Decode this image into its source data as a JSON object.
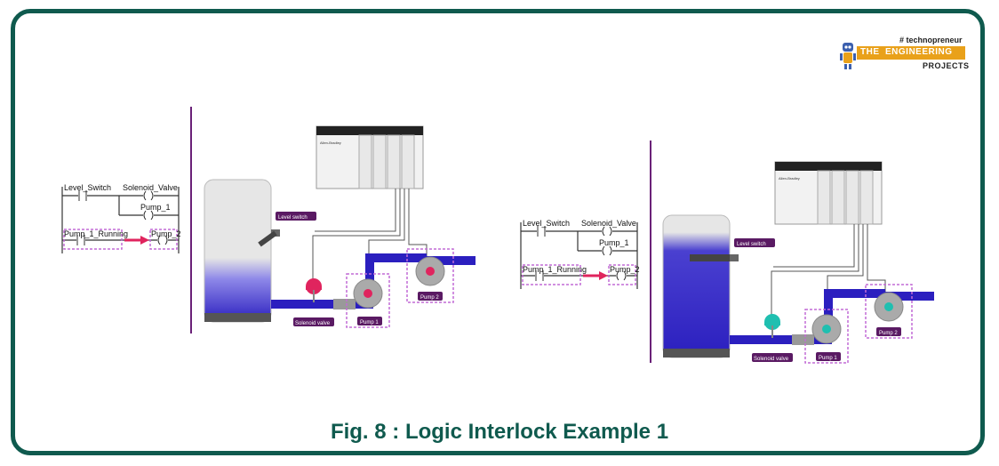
{
  "caption": "Fig. 8 :  Logic Interlock Example 1",
  "logo": {
    "hashtag": "# technopreneur",
    "the": "THE",
    "engineering": "ENGINEERING",
    "projects": "PROJECTS"
  },
  "panels": [
    {
      "ladder": {
        "contact_1": "Level_Switch",
        "coil_1": "Solenoid_Valve",
        "coil_2": "Pump_1",
        "contact_2": "Pump_1_Running",
        "coil_3": "Pump_2"
      },
      "plant": {
        "level_switch": "Level switch",
        "solenoid_valve": "Solenoid valve",
        "pump_1": "Pump 1",
        "pump_2": "Pump 2",
        "plc_brand": "Allen-Bradley"
      },
      "valve_color": "#e0245e",
      "pump_center_color": "#e0245e"
    },
    {
      "ladder": {
        "contact_1": "Level_Switch",
        "coil_1": "Solenoid_Valve",
        "coil_2": "Pump_1",
        "contact_2": "Pump_1_Running",
        "coil_3": "Pump_2"
      },
      "plant": {
        "level_switch": "Level switch",
        "solenoid_valve": "Solenoid valve",
        "pump_1": "Pump 1",
        "pump_2": "Pump 2",
        "plc_brand": "Allen-Bradley"
      },
      "valve_color": "#1fbfb0",
      "pump_center_color": "#1fbfb0"
    }
  ],
  "colors": {
    "frame": "#0f5a4e",
    "accent": "#6a2178",
    "dashed": "#c26bd6",
    "pipe": "#2b1fbf",
    "arrow": "#e0245e"
  }
}
